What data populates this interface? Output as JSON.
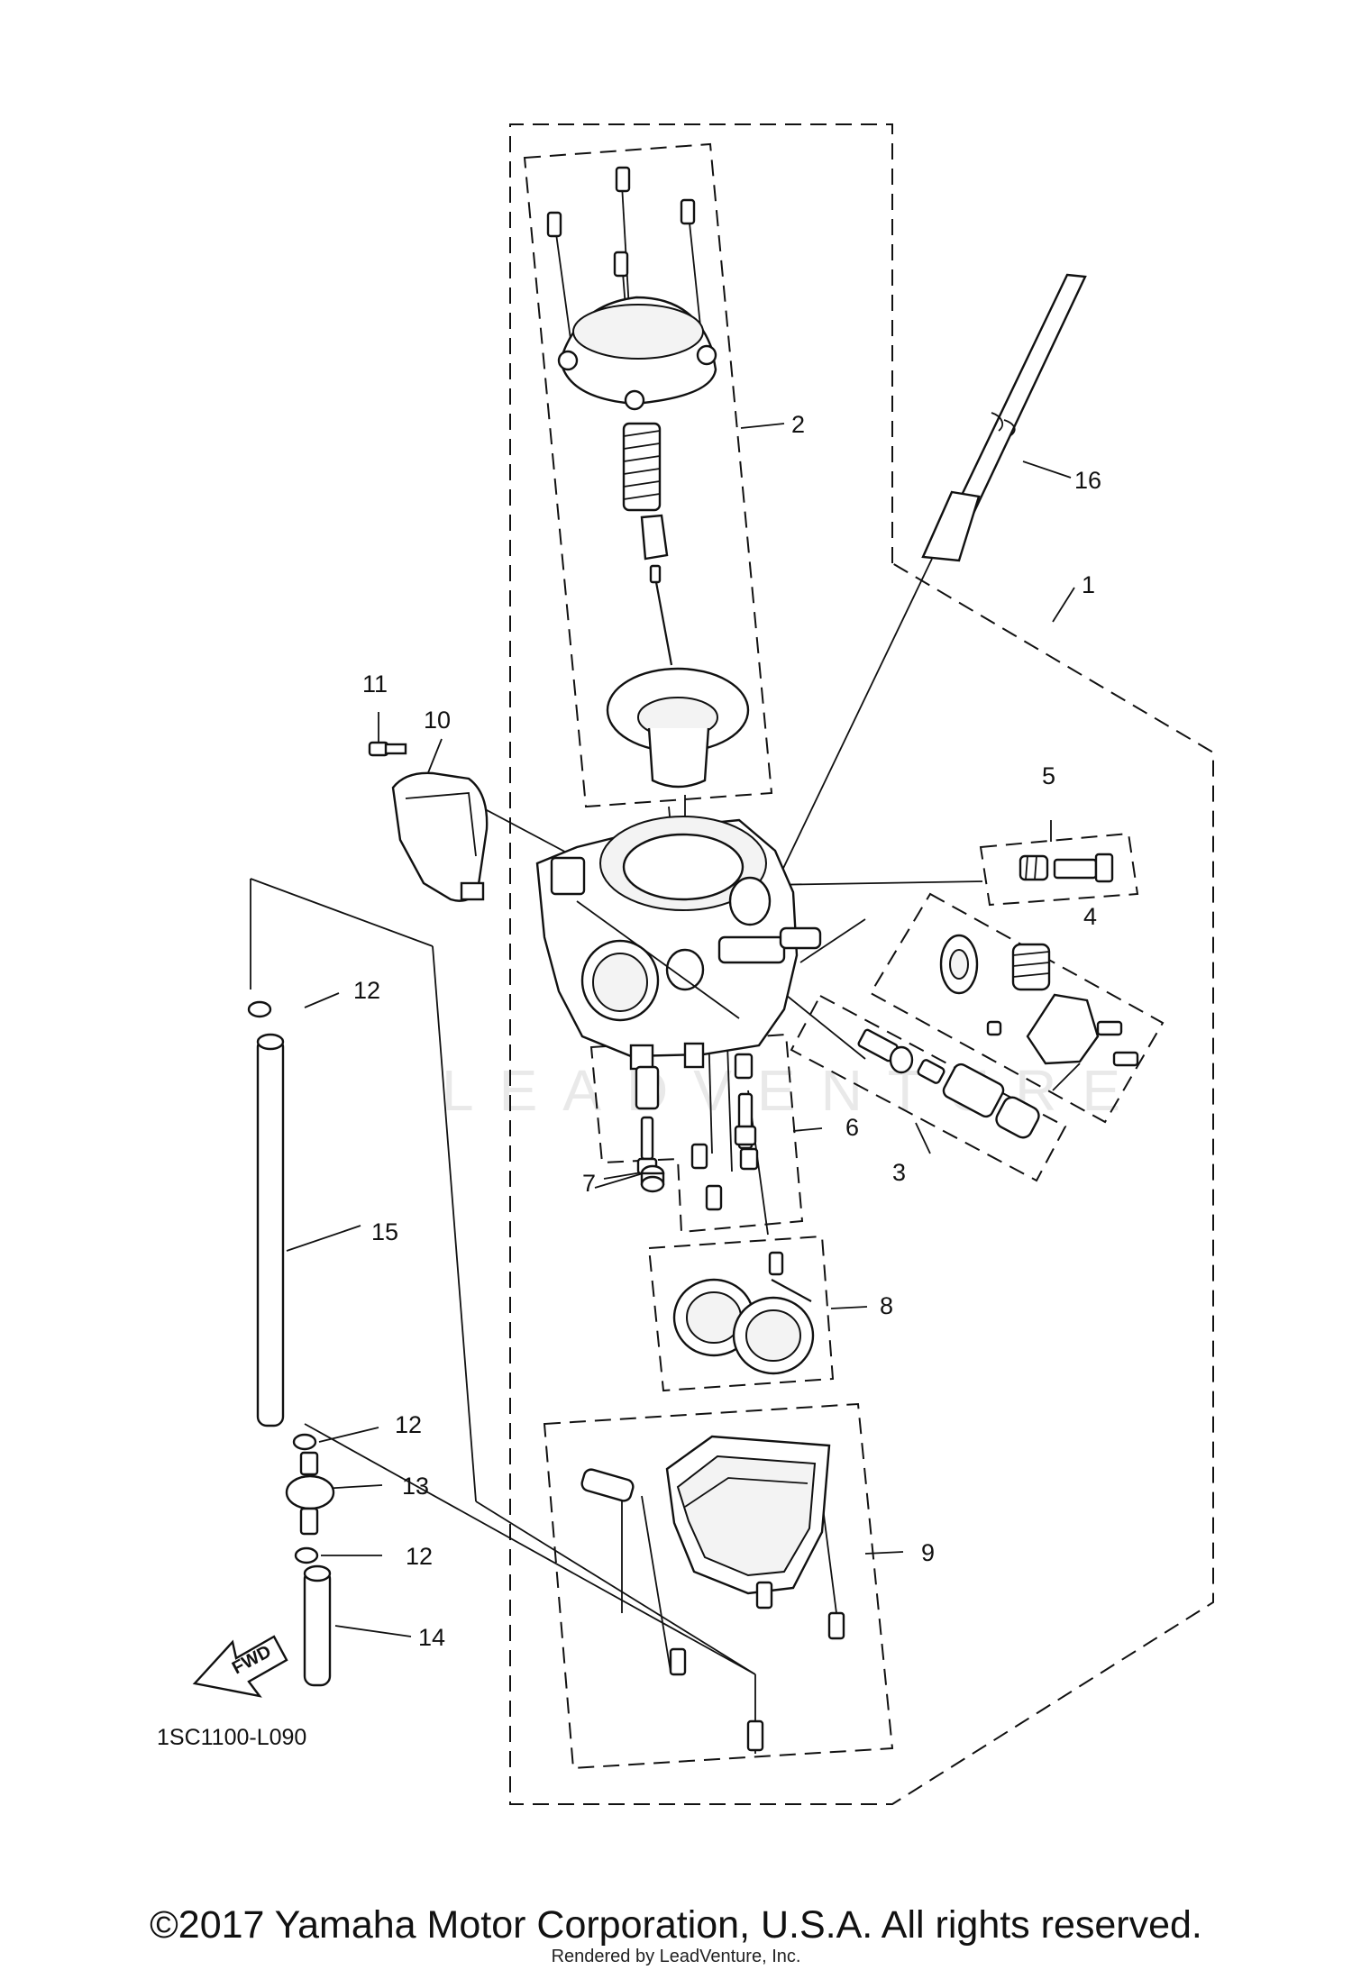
{
  "callouts": [
    {
      "id": "1",
      "label": "1"
    },
    {
      "id": "2",
      "label": "2"
    },
    {
      "id": "3",
      "label": "3"
    },
    {
      "id": "4",
      "label": "4"
    },
    {
      "id": "5",
      "label": "5"
    },
    {
      "id": "6",
      "label": "6"
    },
    {
      "id": "7",
      "label": "7"
    },
    {
      "id": "8",
      "label": "8"
    },
    {
      "id": "9",
      "label": "9"
    },
    {
      "id": "10",
      "label": "10"
    },
    {
      "id": "11",
      "label": "11"
    },
    {
      "id": "12a",
      "label": "12"
    },
    {
      "id": "12b",
      "label": "12"
    },
    {
      "id": "12c",
      "label": "12"
    },
    {
      "id": "13",
      "label": "13"
    },
    {
      "id": "14",
      "label": "14"
    },
    {
      "id": "15",
      "label": "15"
    },
    {
      "id": "16",
      "label": "16"
    }
  ],
  "diagram_code": "1SC1100-L090",
  "fwd_label": "FWD",
  "watermark": "LEADVENTURE",
  "footer": {
    "copyright": "©2017 Yamaha Motor Corporation, U.S.A. All rights reserved.",
    "rendered_by": "Rendered by LeadVenture, Inc."
  }
}
